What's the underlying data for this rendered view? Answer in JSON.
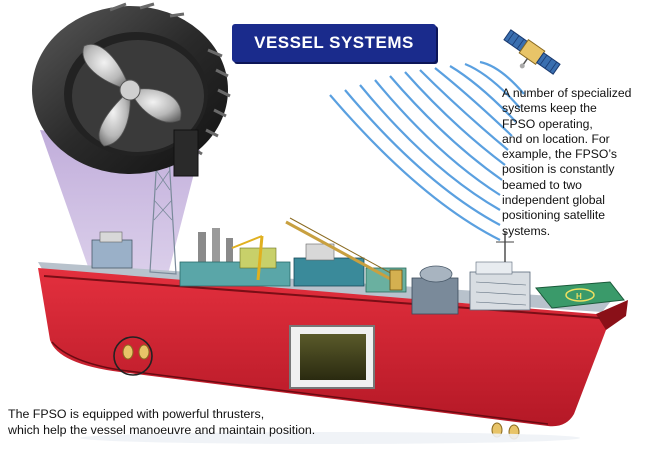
{
  "title": "VESSEL SYSTEMS",
  "satellite_note": "A number of specialized\nsystems keep the\nFPSO operating,\nand on location. For\n example, the FPSO’s\nposition is constantly\nbeamed to two\nindependent global\npositioning satellite\nsystems.",
  "thruster_note": "The FPSO is equipped with powerful thrusters,\nwhich help the vessel manoeuvre and maintain position.",
  "colors": {
    "title_bg": "#1a2b8c",
    "hull_red": "#d42030",
    "deck_gray": "#9aa6b2",
    "signal_blue": "#5aa0e0",
    "helideck_green": "#3a9a6a",
    "thruster_yellow": "#e8c468"
  },
  "icons": [
    "thruster-icon",
    "satellite-icon",
    "helideck-icon",
    "crane-icon"
  ]
}
